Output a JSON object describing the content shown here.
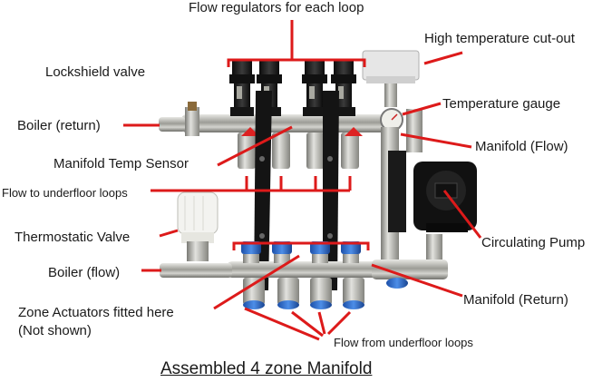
{
  "labels": {
    "flow_regulators": "Flow regulators for each loop",
    "high_temp_cutout": "High temperature cut-out",
    "lockshield_valve": "Lockshield valve",
    "temperature_gauge": "Temperature gauge",
    "boiler_return": "Boiler (return)",
    "manifold_flow": "Manifold (Flow)",
    "manifold_temp_sensor": "Manifold Temp Sensor",
    "flow_to_underfloor": "Flow to underfloor loops",
    "thermostatic_valve": "Thermostatic Valve",
    "circulating_pump": "Circulating Pump",
    "boiler_flow": "Boiler (flow)",
    "manifold_return": "Manifold (Return)",
    "zone_actuators_line1": "Zone Actuators fitted here",
    "zone_actuators_line2": "(Not shown)",
    "flow_from_underfloor": "Flow from underfloor loops"
  },
  "title": "Assembled 4 zone Manifold",
  "colors": {
    "arrow": "#dd1a1a",
    "text": "#1a1a1a",
    "brass": "#b9b9b0",
    "black_part": "#1c1c1c",
    "blue_cap": "#2f6fd0",
    "pump_body": "#111111",
    "cutout_box": "#e4e4e4"
  }
}
